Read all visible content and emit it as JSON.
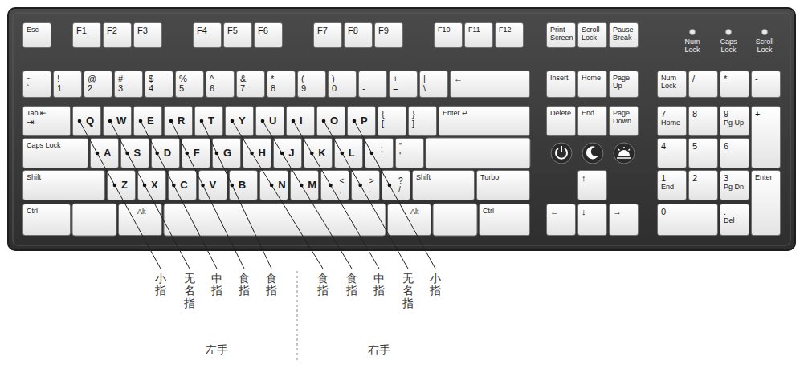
{
  "diagram": {
    "nodes": [
      {
        "text": [
          "Esc"
        ]
      },
      {
        "text": [
          "F1"
        ]
      },
      {
        "text": [
          "F2"
        ]
      },
      {
        "text": [
          "F3"
        ]
      },
      {
        "text": [
          "F4"
        ]
      },
      {
        "text": [
          "F5"
        ]
      },
      {
        "text": [
          "F6"
        ]
      },
      {
        "text": [
          "F7"
        ]
      },
      {
        "text": [
          "F8"
        ]
      },
      {
        "text": [
          "F9"
        ]
      },
      {
        "text": [
          "F10"
        ]
      },
      {
        "text": [
          "F11"
        ]
      },
      {
        "text": [
          "F12"
        ]
      },
      {
        "text": [
          "Print Screen"
        ]
      },
      {
        "text": [
          "Scroll Lock"
        ]
      },
      {
        "text": [
          "Pause Break"
        ]
      },
      {
        "text": [
          "~",
          "`"
        ]
      },
      {
        "text": [
          "!",
          "1"
        ]
      },
      {
        "text": [
          "@",
          "2"
        ]
      },
      {
        "text": [
          "#",
          "3"
        ]
      },
      {
        "text": [
          "$",
          "4"
        ]
      },
      {
        "text": [
          "%",
          "5"
        ]
      },
      {
        "text": [
          "^",
          "6"
        ]
      },
      {
        "text": [
          "&",
          "7"
        ]
      },
      {
        "text": [
          "*",
          "8"
        ]
      },
      {
        "text": [
          "(",
          "9"
        ]
      },
      {
        "text": [
          ")",
          "0"
        ]
      },
      {
        "text": [
          "_",
          "-"
        ]
      },
      {
        "text": [
          "+",
          "="
        ]
      },
      {
        "text": [
          "|",
          "\\"
        ]
      },
      {
        "text": [
          "←"
        ]
      },
      {
        "text": [
          "Insert"
        ]
      },
      {
        "text": [
          "Home"
        ]
      },
      {
        "text": [
          "Page Up"
        ]
      },
      {
        "text": [
          "Num Lock"
        ]
      },
      {
        "text": [
          "/"
        ]
      },
      {
        "text": [
          "*"
        ]
      },
      {
        "text": [
          "-"
        ]
      },
      {
        "text": [
          "Tab ⇤",
          "⇥"
        ]
      },
      {
        "text": [
          "Q"
        ]
      },
      {
        "text": [
          "W"
        ]
      },
      {
        "text": [
          "E"
        ]
      },
      {
        "text": [
          "R"
        ]
      },
      {
        "text": [
          "T"
        ]
      },
      {
        "text": [
          "Y"
        ]
      },
      {
        "text": [
          "U"
        ]
      },
      {
        "text": [
          "I"
        ]
      },
      {
        "text": [
          "O"
        ]
      },
      {
        "text": [
          "P"
        ]
      },
      {
        "text": [
          "{",
          "["
        ]
      },
      {
        "text": [
          "}",
          "]"
        ]
      },
      {
        "text": [
          "Enter ↵"
        ]
      },
      {
        "text": [
          "Delete"
        ]
      },
      {
        "text": [
          "End"
        ]
      },
      {
        "text": [
          "Page Down"
        ]
      },
      {
        "text": [
          "7",
          "Home"
        ]
      },
      {
        "text": [
          "8"
        ]
      },
      {
        "text": [
          "9",
          "Pg Up"
        ]
      },
      {
        "text": [
          "+"
        ]
      },
      {
        "text": [
          "Caps Lock"
        ]
      },
      {
        "text": [
          "A"
        ]
      },
      {
        "text": [
          "S"
        ]
      },
      {
        "text": [
          "D"
        ]
      },
      {
        "text": [
          "F"
        ]
      },
      {
        "text": [
          "G"
        ]
      },
      {
        "text": [
          "H"
        ]
      },
      {
        "text": [
          "J"
        ]
      },
      {
        "text": [
          "K"
        ]
      },
      {
        "text": [
          "L"
        ]
      },
      {
        "text": [
          ":",
          ";"
        ]
      },
      {
        "text": [
          "\"",
          "'"
        ]
      },
      {
        "text": [
          "4"
        ]
      },
      {
        "text": [
          "5"
        ]
      },
      {
        "text": [
          "6"
        ]
      },
      {
        "text": [
          "Shift"
        ]
      },
      {
        "text": [
          "Z"
        ]
      },
      {
        "text": [
          "X"
        ]
      },
      {
        "text": [
          "C"
        ]
      },
      {
        "text": [
          "V"
        ]
      },
      {
        "text": [
          "B"
        ]
      },
      {
        "text": [
          "N"
        ]
      },
      {
        "text": [
          "M"
        ]
      },
      {
        "text": [
          "<",
          ","
        ]
      },
      {
        "text": [
          ">",
          "."
        ]
      },
      {
        "text": [
          "?",
          "/"
        ]
      },
      {
        "text": [
          "Shift"
        ]
      },
      {
        "text": [
          "Turbo"
        ]
      },
      {
        "text": [
          "↑"
        ]
      },
      {
        "text": [
          "1",
          "End"
        ]
      },
      {
        "text": [
          "2"
        ]
      },
      {
        "text": [
          "3",
          "Pg Dn"
        ]
      },
      {
        "text": [
          "Enter"
        ]
      },
      {
        "text": [
          "Ctrl"
        ]
      },
      {
        "text": [
          "Alt"
        ]
      },
      {
        "text": [
          "Alt"
        ]
      },
      {
        "text": [
          "Ctrl"
        ]
      },
      {
        "text": [
          "←"
        ]
      },
      {
        "text": [
          "↓"
        ]
      },
      {
        "text": [
          "→"
        ]
      },
      {
        "text": [
          "0"
        ]
      },
      {
        "text": [
          ".",
          "Del"
        ]
      }
    ],
    "labels": [
      "Num Lock",
      "Caps Lock",
      "Scroll Lock",
      "小指",
      "无名指",
      "中指",
      "食指",
      "食指",
      "食指",
      "食指",
      "中指",
      "无名指",
      "小指",
      "左手",
      "右手"
    ]
  }
}
